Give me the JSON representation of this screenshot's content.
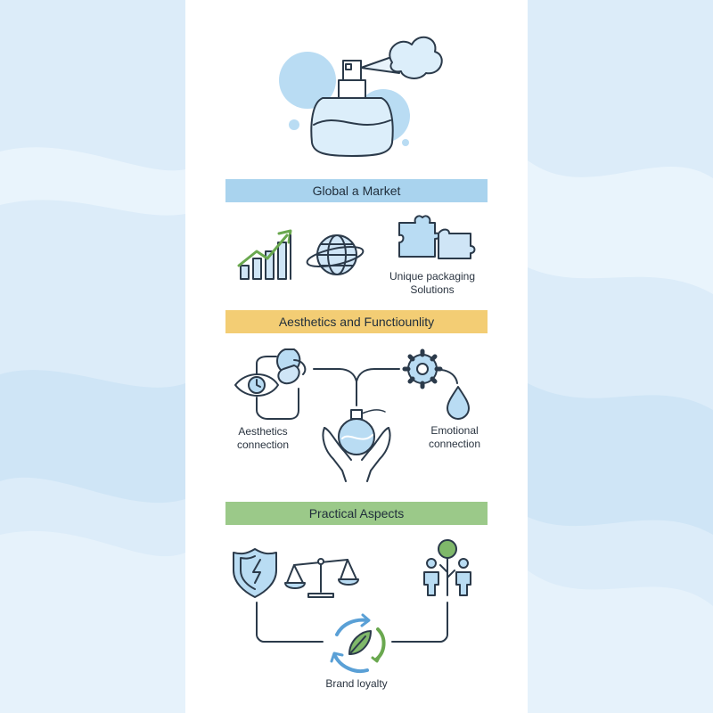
{
  "sections": [
    {
      "title": "Global a Market",
      "color": "#a9d3ee"
    },
    {
      "title": "Aesthetics and Functiounlity",
      "color": "#f3cd74"
    },
    {
      "title": "Practical Aspects",
      "color": "#9bc989"
    }
  ],
  "labels": {
    "packaging_line1": "Unique packaging",
    "packaging_line2": "Solutions",
    "aesthetics_line1": "Aesthetics",
    "aesthetics_line2": "connection",
    "emotional_line1": "Emotional",
    "emotional_line2": "connection",
    "brand": "Brand loyalty"
  },
  "colors": {
    "outline": "#2b3a4a",
    "light_blue": "#b9dcf3",
    "mid_blue": "#8cc3e8",
    "green": "#6aa84f",
    "background": "#dfeefa"
  },
  "icons": [
    "perfume-bottle-icon",
    "spray-cloud-icon",
    "growth-chart-icon",
    "globe-icon",
    "puzzle-icon",
    "eye-icon",
    "petal-icon",
    "gear-icon",
    "water-drop-icon",
    "hands-holding-bottle-icon",
    "shield-icon",
    "balance-scale-icon",
    "people-tree-icon",
    "recycle-leaf-icon"
  ]
}
